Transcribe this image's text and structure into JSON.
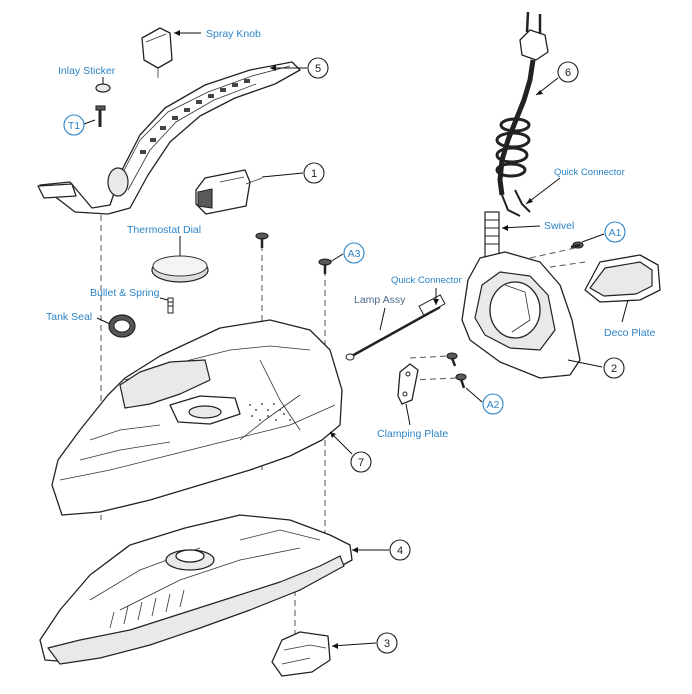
{
  "labels": {
    "spray_knob": "Spray Knob",
    "inlay_sticker": "Inlay Sticker",
    "thermostat_dial": "Thermostat Dial",
    "bullet_spring": "Bullet & Spring",
    "tank_seal": "Tank Seal",
    "quick_connector_cord": "Quick Connector",
    "swivel": "Swivel",
    "quick_connector_lamp": "Quick Connector",
    "lamp_assy": "Lamp Assy",
    "deco_plate": "Deco Plate",
    "clamping_plate": "Clamping Plate"
  },
  "callouts": {
    "c1": "1",
    "c2": "2",
    "c3": "3",
    "c4": "4",
    "c5": "5",
    "c6": "6",
    "c7": "7"
  },
  "screw_tags": {
    "t1": "T1",
    "a1": "A1",
    "a2": "A2",
    "a3": "A3"
  },
  "colors": {
    "label_blue": "#2b84c6",
    "line_dark": "#222222"
  }
}
